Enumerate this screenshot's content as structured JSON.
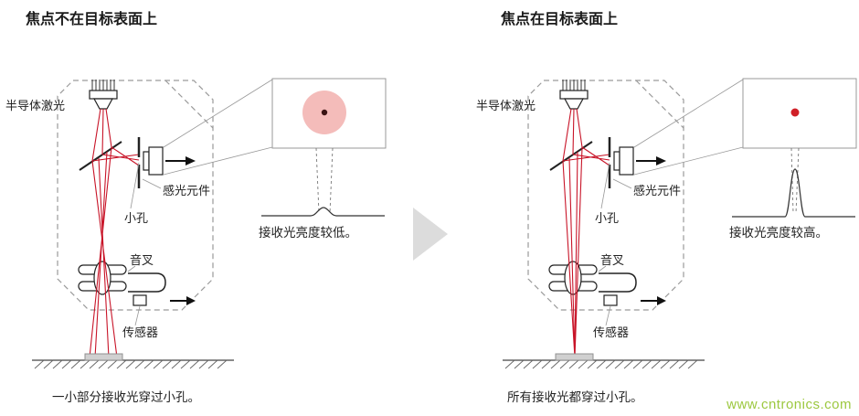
{
  "page": {
    "watermark": "www.cntronics.com",
    "background": "#ffffff"
  },
  "colors": {
    "beam_red": "#c81428",
    "defocused_spot_pink": "#f4bcba",
    "defocused_spot_center": "#3a1414",
    "focused_dot_red": "#d02028",
    "housing_dash_gray": "#9a9a9a",
    "chevron_gray": "#dcdcdc",
    "watermark_green": "#9cc83f",
    "label_dark": "#222222"
  },
  "left_panel": {
    "title": "焦点不在目标表面上",
    "labels": {
      "laser": "半导体激光",
      "photodetector": "感光元件",
      "pinhole": "小孔",
      "tuning_fork": "音叉",
      "sensor": "传感器"
    },
    "inset_caption": "接收光亮度较低。",
    "bottom_caption": "一小部分接收光穿过小孔。"
  },
  "right_panel": {
    "title": "焦点在目标表面上",
    "labels": {
      "laser": "半导体激光",
      "photodetector": "感光元件",
      "pinhole": "小孔",
      "tuning_fork": "音叉",
      "sensor": "传感器"
    },
    "inset_caption": "接收光亮度较高。",
    "bottom_caption": "所有接收光都穿过小孔。"
  }
}
